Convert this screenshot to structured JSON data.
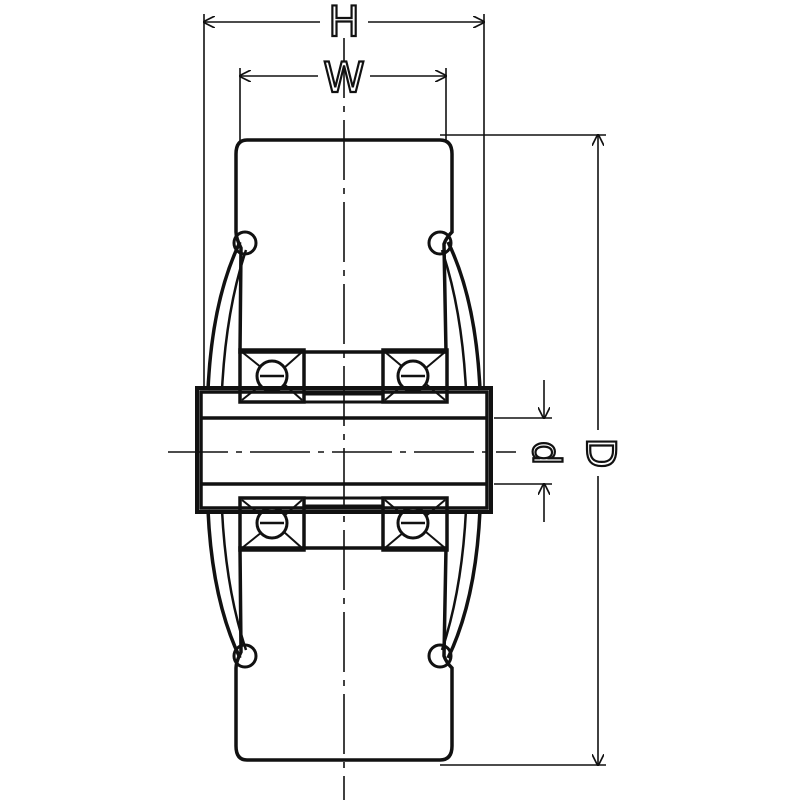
{
  "labels": {
    "overall_width": "H",
    "tread_width": "W",
    "diameter": "D",
    "bore": "d"
  },
  "colors": {
    "line": "#111111",
    "background": "#ffffff"
  }
}
